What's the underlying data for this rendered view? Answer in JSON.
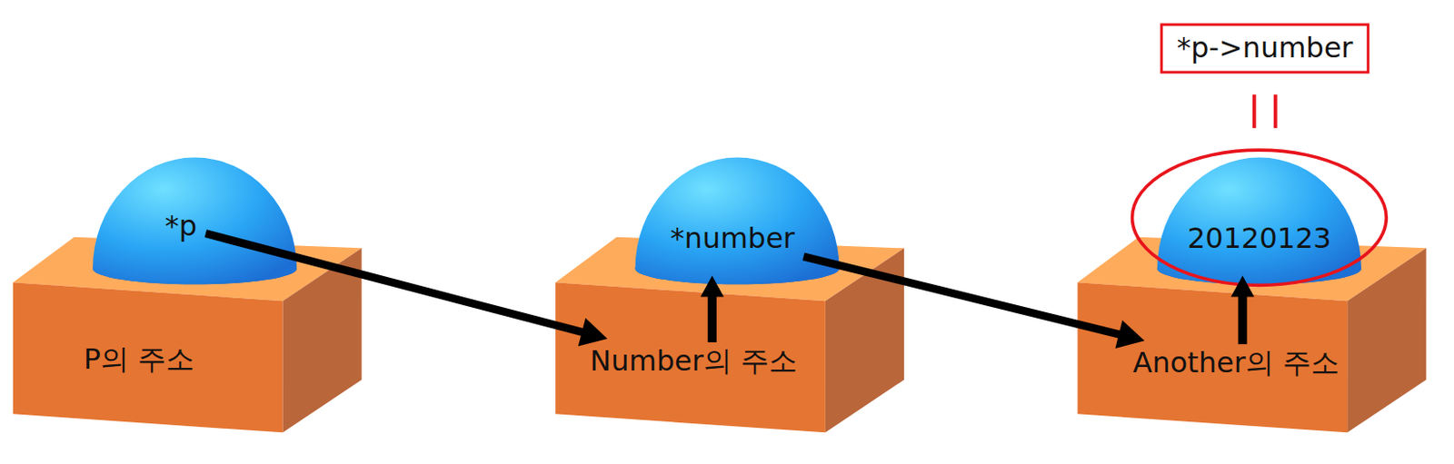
{
  "diagram": {
    "nodes": [
      {
        "text": [
          "*p"
        ]
      },
      {
        "text": [
          "P의 주소"
        ]
      },
      {
        "text": [
          "*number"
        ]
      },
      {
        "text": [
          "Number의 주소"
        ]
      },
      {
        "text": [
          "*p->number"
        ]
      },
      {
        "text": [
          "20120123"
        ]
      },
      {
        "text": [
          "Another의 주소"
        ]
      }
    ],
    "edges": [
      {
        "from": 0,
        "to": 3,
        "arrow": "to"
      },
      {
        "from": 3,
        "to": 2,
        "arrow": "to"
      },
      {
        "from": 2,
        "to": 6,
        "arrow": "to"
      },
      {
        "from": 6,
        "to": 5,
        "arrow": "to"
      },
      {
        "from": 4,
        "to": 5,
        "arrow": "none"
      }
    ]
  }
}
